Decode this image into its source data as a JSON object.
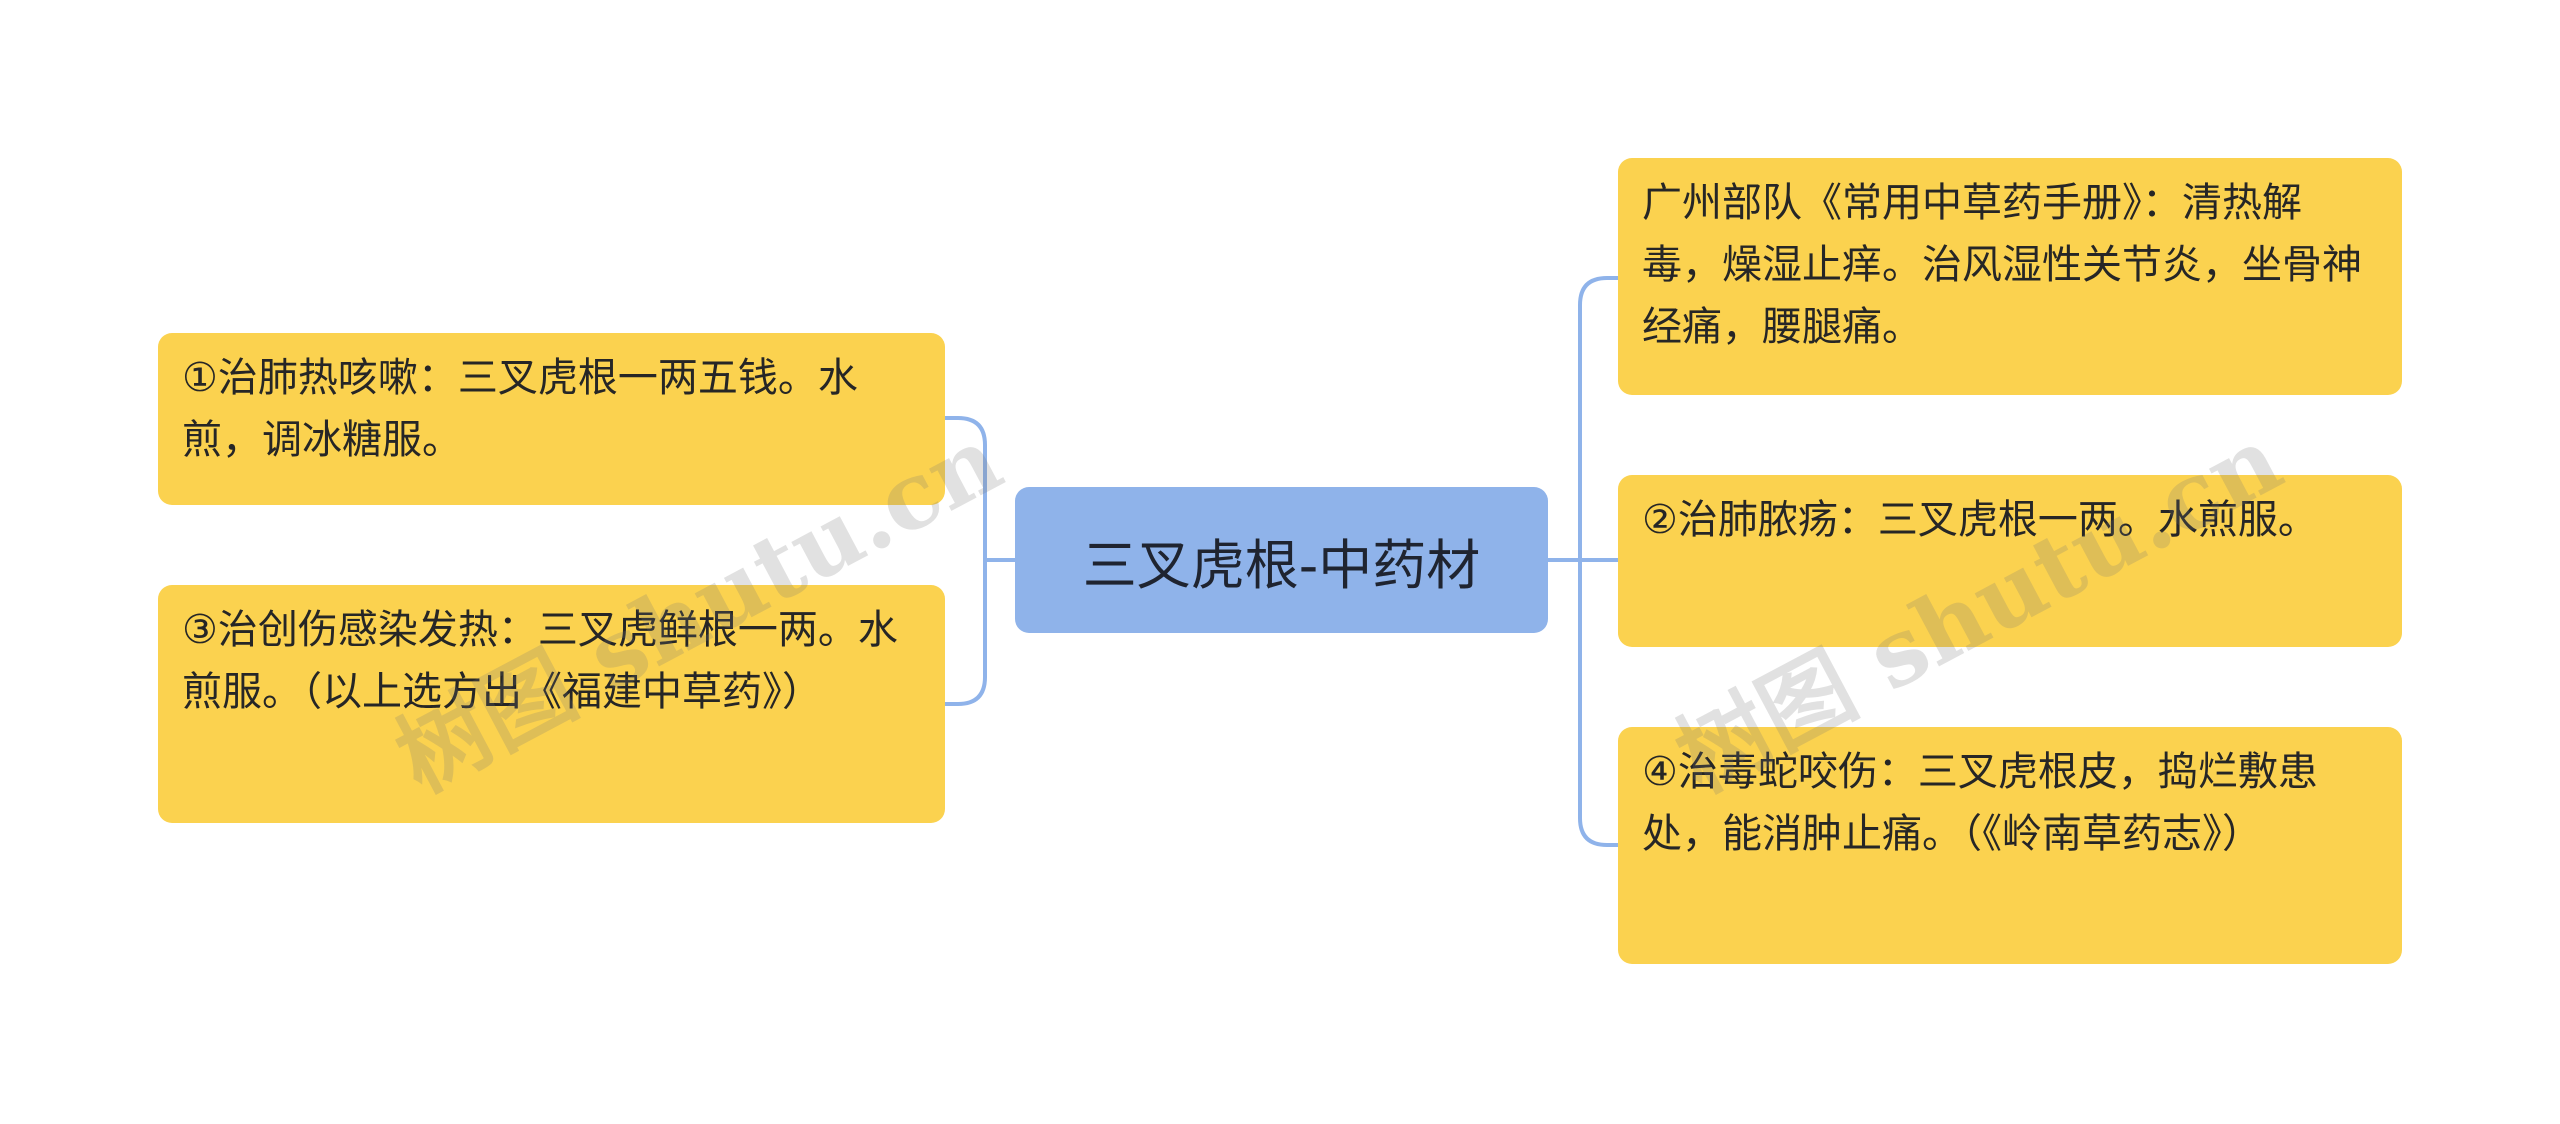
{
  "center": {
    "label": "三叉虎根-中药材"
  },
  "left_nodes": [
    {
      "text": "①治肺热咳嗽：三叉虎根一两五钱。水煎，调冰糖服。"
    },
    {
      "text": "③治创伤感染发热：三叉虎鲜根一两。水煎服。（以上选方出《福建中草药》）"
    }
  ],
  "right_nodes": [
    {
      "text": "广州部队《常用中草药手册》：清热解毒，燥湿止痒。治风湿性关节炎，坐骨神经痛，腰腿痛。"
    },
    {
      "text": "②治肺脓疡：三叉虎根一两。水煎服。"
    },
    {
      "text": "④治毒蛇咬伤：三叉虎根皮，捣烂敷患处，能消肿止痛。（《岭南草药志》）"
    }
  ],
  "watermarks": [
    {
      "text": "树图 shutu.cn"
    },
    {
      "text": "树图 shutu.cn"
    }
  ],
  "colors": {
    "center_fill": "#8fb3ea",
    "node_fill": "#fbd24f",
    "connector": "#8fb3ea"
  }
}
